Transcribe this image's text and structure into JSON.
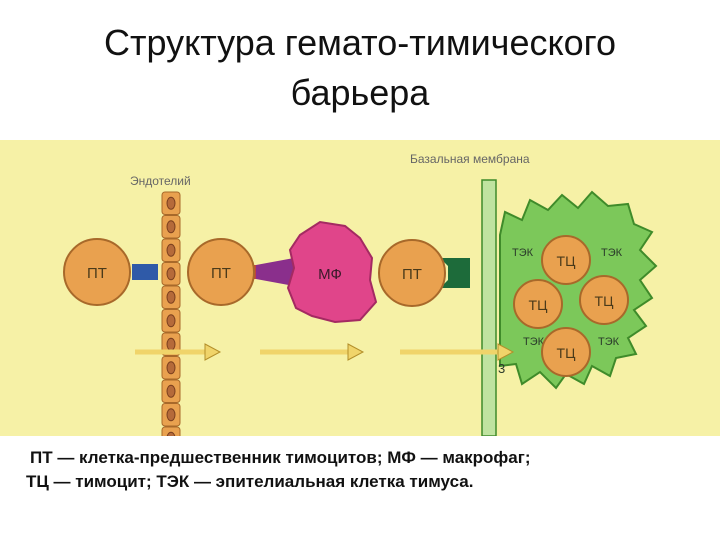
{
  "title": {
    "line1": "Структура гемато-тимического",
    "line2": "барьера"
  },
  "labels": {
    "membrane": "Базальная мембрана",
    "endothelium": "Эндотелий",
    "pt": "ПТ",
    "mf": "МФ",
    "tek": "ТЭК",
    "tc": "ТЦ",
    "number3": "3"
  },
  "caption": {
    "line1": "ПТ — клетка-предшественник тимоцитов; МФ — макрофаг;",
    "line2": "ТЦ — тимоцит; ТЭК — эпителиальная клетка тимуса."
  },
  "colors": {
    "background": "#f6f1a6",
    "pt_cell": "#e9a14f",
    "macrophage": "#e0458a",
    "epithelial": "#7cc85a",
    "membrane": "#bfe3a0",
    "arrow": "#f0d46a",
    "endothelial": "#e9a14f"
  }
}
